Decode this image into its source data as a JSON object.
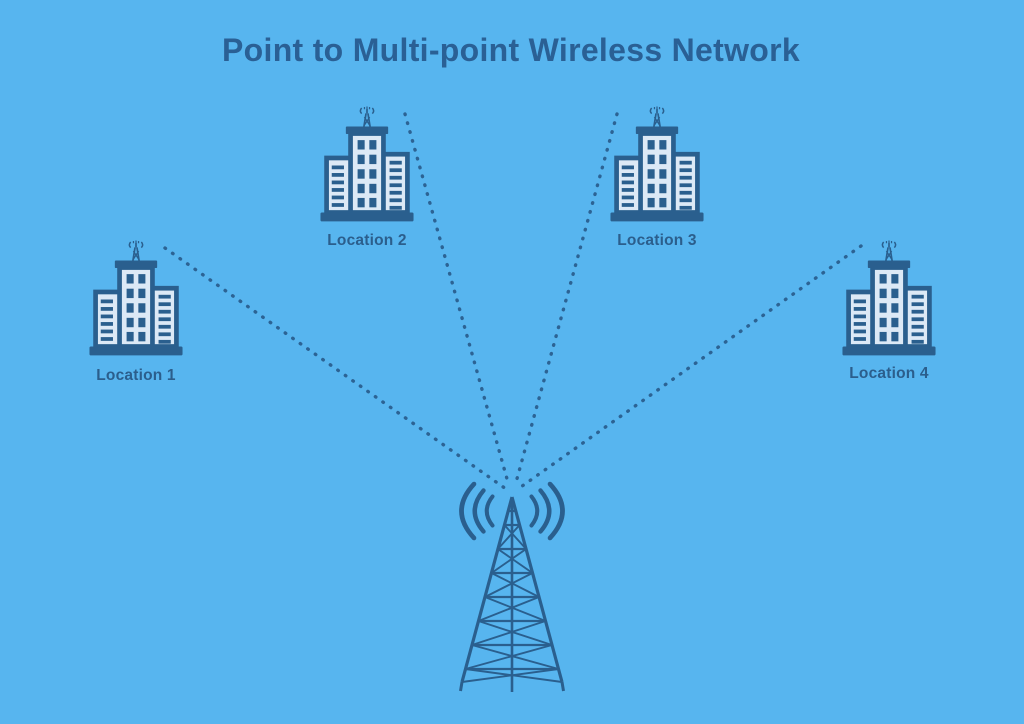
{
  "title": "Point to Multi-point Wireless Network",
  "colors": {
    "background": "#57B5EF",
    "ink": "#2A5F8E",
    "building_fill": "#DCE9F6",
    "title_text": "#2A6095",
    "label_text": "#2B5E8C"
  },
  "network": {
    "hub": {
      "type": "radio-tower",
      "label": ""
    },
    "locations": [
      {
        "id": "location-1",
        "label": "Location 1"
      },
      {
        "id": "location-2",
        "label": "Location 2"
      },
      {
        "id": "location-3",
        "label": "Location 3"
      },
      {
        "id": "location-4",
        "label": "Location 4"
      }
    ],
    "links": [
      {
        "from": "location-1",
        "to": "radio-tower",
        "style": "dotted"
      },
      {
        "from": "location-2",
        "to": "radio-tower",
        "style": "dotted"
      },
      {
        "from": "location-3",
        "to": "radio-tower",
        "style": "dotted"
      },
      {
        "from": "location-4",
        "to": "radio-tower",
        "style": "dotted"
      }
    ]
  }
}
